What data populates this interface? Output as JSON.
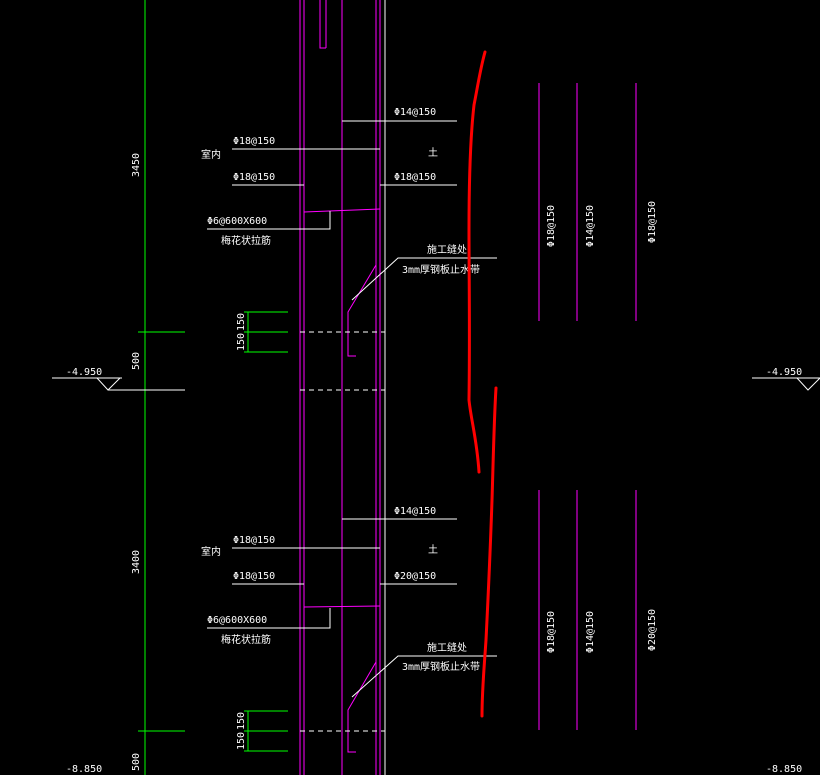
{
  "colors": {
    "background": "#000000",
    "dimension_line": "#00ff00",
    "rebar": "#ff00ff",
    "leader_text": "#ffffff",
    "markup": "#ff0000"
  },
  "upper": {
    "dim_height": "3450",
    "rebar_right_top": "Φ14@150",
    "indoor_label": "室内",
    "rebar_left_1": "Φ18@150",
    "soil_label": "土",
    "rebar_left_2": "Φ18@150",
    "rebar_right_2": "Φ18@150",
    "tie_spec": "Φ6@600X600",
    "tie_desc": "梅花状拉筋",
    "joint_title": "施工缝处",
    "joint_desc": "3mm厚钢板止水带",
    "dim_150_a": "150",
    "dim_150_b": "150",
    "vert_label_1": "Φ18@150",
    "vert_label_2": "Φ14@150",
    "vert_label_3": "Φ18@150"
  },
  "middle": {
    "dim_500": "500",
    "elevation_left": "-4.950",
    "elevation_right": "-4.950"
  },
  "lower": {
    "dim_height": "3400",
    "rebar_right_top": "Φ14@150",
    "indoor_label": "室内",
    "rebar_left_1": "Φ18@150",
    "soil_label": "土",
    "rebar_left_2": "Φ18@150",
    "rebar_right_2": "Φ20@150",
    "tie_spec": "Φ6@600X600",
    "tie_desc": "梅花状拉筋",
    "joint_title": "施工缝处",
    "joint_desc": "3mm厚钢板止水带",
    "dim_150_a": "150",
    "dim_150_b": "150",
    "vert_label_1": "Φ18@150",
    "vert_label_2": "Φ14@150",
    "vert_label_3": "Φ20@150"
  },
  "bottom": {
    "dim_500": "500",
    "elevation_left": "-8.850",
    "elevation_right": "-8.850"
  }
}
